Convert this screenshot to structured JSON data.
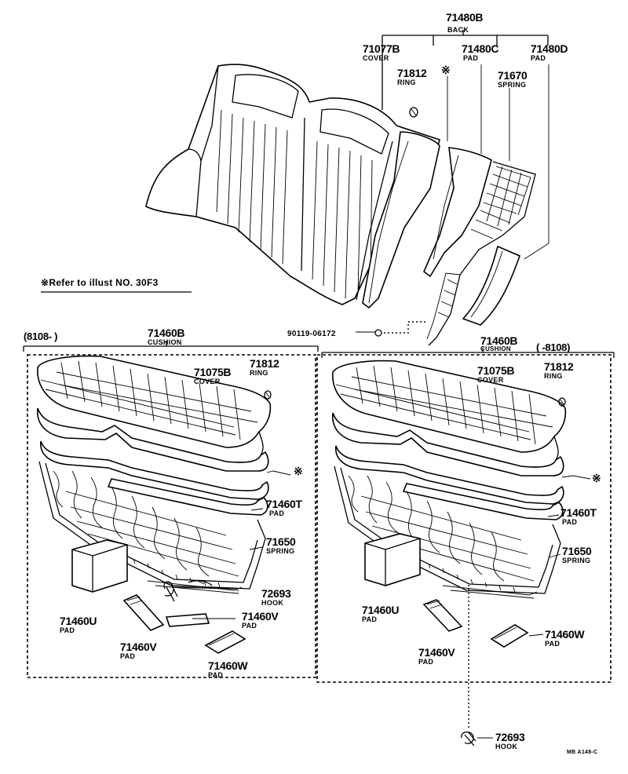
{
  "back": {
    "assembly_no": "71480B",
    "assembly_name": "BACK",
    "cover_no": "71077B",
    "cover_name": "COVER",
    "ring_no": "71812",
    "ring_name": "RING",
    "star": "※",
    "pad_c_no": "71480C",
    "pad_c_name": "PAD",
    "pad_d_no": "71480D",
    "pad_d_name": "PAD",
    "spring_no": "71670",
    "spring_name": "SPRING"
  },
  "note": "※Refer to illust NO. 30F3",
  "bolt": {
    "no": "90119-06172"
  },
  "cushion_left": {
    "range": "(8108-      )",
    "assembly_no": "71460B",
    "assembly_name": "CUSHION",
    "cover_no": "71075B",
    "cover_name": "COVER",
    "ring_no": "71812",
    "ring_name": "RING",
    "star": "※",
    "pad_t_no": "71460T",
    "pad_t_name": "PAD",
    "spring_no": "71650",
    "spring_name": "SPRING",
    "hook_no": "72693",
    "hook_name": "HOOK",
    "pad_u_no": "71460U",
    "pad_u_name": "PAD",
    "pad_v_no": "71460V",
    "pad_v_name": "PAD",
    "pad_v2_no": "71460V",
    "pad_v2_name": "PAD",
    "pad_w_no": "71460W",
    "pad_w_name": "PAD"
  },
  "cushion_right": {
    "range": "(    -8108)",
    "assembly_no": "71460B",
    "assembly_name": "CUSHION",
    "cover_no": "71075B",
    "cover_name": "COVER",
    "ring_no": "71812",
    "ring_name": "RING",
    "star": "※",
    "pad_t_no": "71460T",
    "pad_t_name": "PAD",
    "spring_no": "71650",
    "spring_name": "SPRING",
    "pad_u_no": "71460U",
    "pad_u_name": "PAD",
    "pad_v_no": "71460V",
    "pad_v_name": "PAD",
    "pad_w_no": "71460W",
    "pad_w_name": "PAD"
  },
  "hook_bottom": {
    "no": "72693",
    "name": "HOOK"
  },
  "code": "MB A148-C"
}
